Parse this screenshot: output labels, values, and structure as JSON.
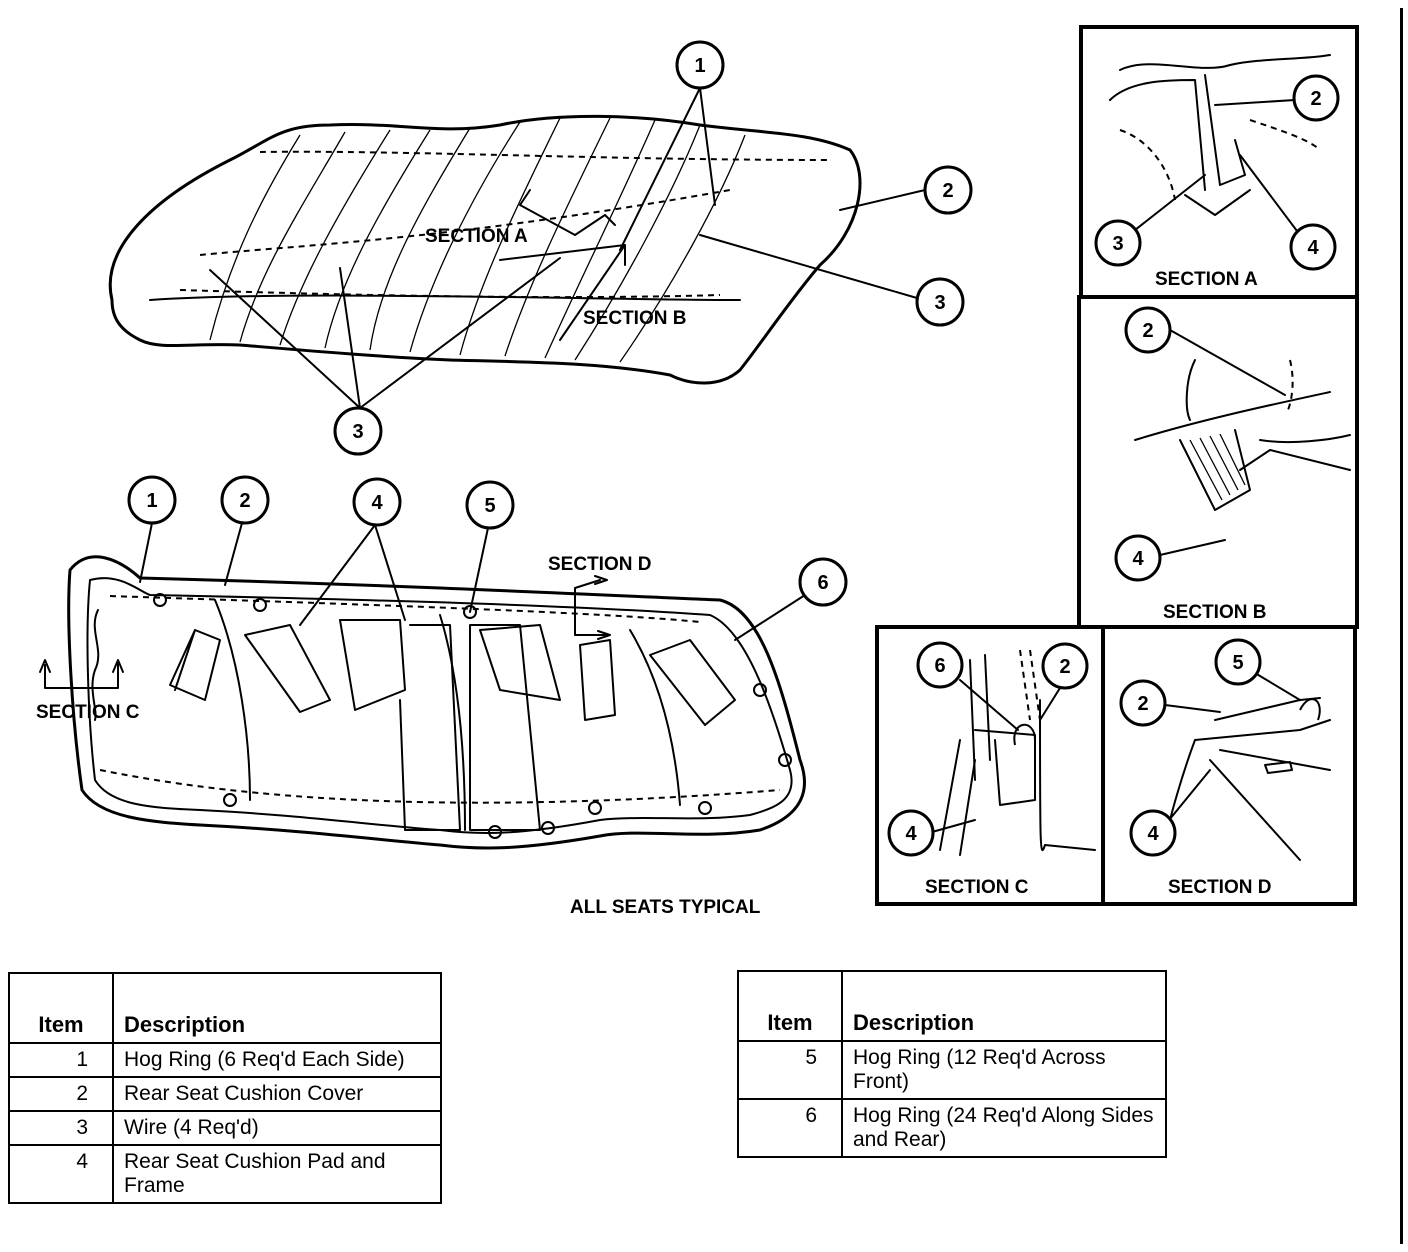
{
  "diagram": {
    "callouts": [
      "1",
      "2",
      "3",
      "4",
      "5",
      "6"
    ],
    "section_labels": {
      "a": "SECTION A",
      "b": "SECTION B",
      "c": "SECTION C",
      "d": "SECTION D"
    },
    "caption": "ALL SEATS TYPICAL"
  },
  "legend_left": {
    "header_item": "Item",
    "header_description": "Description",
    "rows": [
      {
        "item": "1",
        "description": "Hog Ring (6 Req'd Each Side)"
      },
      {
        "item": "2",
        "description": "Rear Seat Cushion Cover"
      },
      {
        "item": "3",
        "description": "Wire (4 Req'd)"
      },
      {
        "item": "4",
        "description": "Rear Seat Cushion Pad and Frame"
      }
    ]
  },
  "legend_right": {
    "header_item": "Item",
    "header_description": "Description",
    "rows": [
      {
        "item": "5",
        "description": "Hog Ring (12 Req'd Across Front)"
      },
      {
        "item": "6",
        "description": "Hog Ring (24 Req'd Along Sides and Rear)"
      }
    ]
  }
}
